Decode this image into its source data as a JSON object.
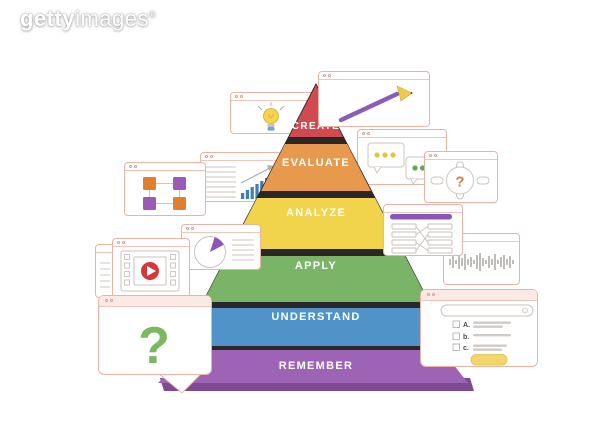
{
  "watermark": {
    "brand_bold": "getty",
    "brand_light": "images",
    "registered": "®"
  },
  "pyramid": {
    "levels": [
      {
        "label": "CREATE",
        "color": "#d14a50"
      },
      {
        "label": "EVALUATE",
        "color": "#e79a4e"
      },
      {
        "label": "ANALYZE",
        "color": "#f2d44c"
      },
      {
        "label": "APPLY",
        "color": "#7ab466"
      },
      {
        "label": "UNDERSTAND",
        "color": "#5093c8"
      },
      {
        "label": "REMEMBER",
        "color": "#9d63b4"
      }
    ],
    "separator_color": "#2b2627",
    "base_shadow_color": "#7c4b93"
  },
  "windows": {
    "lightbulb": {
      "icon": "lightbulb-icon",
      "bulb_color": "#f5d44c",
      "base_color": "#6fa3d8"
    },
    "pen": {
      "icon": "pen-icon",
      "pen_color": "#8b5cb8",
      "tip_color": "#f0c94a"
    },
    "flowchart": {
      "icon": "flowchart-icon",
      "orange": "#e0802f",
      "purple": "#9b59b8"
    },
    "bar_chart": {
      "icon": "bar-chart-icon",
      "bar_color": "#3e7fb5"
    },
    "chat": {
      "icon": "chat-bubbles-icon",
      "left_dots_color": "#e8c23a",
      "right_dots_color": "#5ba85b"
    },
    "gear": {
      "icon": "gear-question-icon",
      "question_mark": "?",
      "mark_color": "#e07b39"
    },
    "pie": {
      "icon": "pie-chart-icon",
      "slice_color": "#8e55b8"
    },
    "matching": {
      "icon": "matching-lines-icon",
      "header_color": "#8e55b8"
    },
    "video": {
      "icon": "video-player-icon",
      "play_color": "#d2393b"
    },
    "waveform": {
      "icon": "audio-waveform-icon"
    },
    "question": {
      "question_mark": "?",
      "mark_color": "#7cb862"
    },
    "quiz": {
      "options": [
        {
          "label": "A."
        },
        {
          "label": "b."
        },
        {
          "label": "c."
        }
      ],
      "button_color": "#f2d66a"
    }
  }
}
